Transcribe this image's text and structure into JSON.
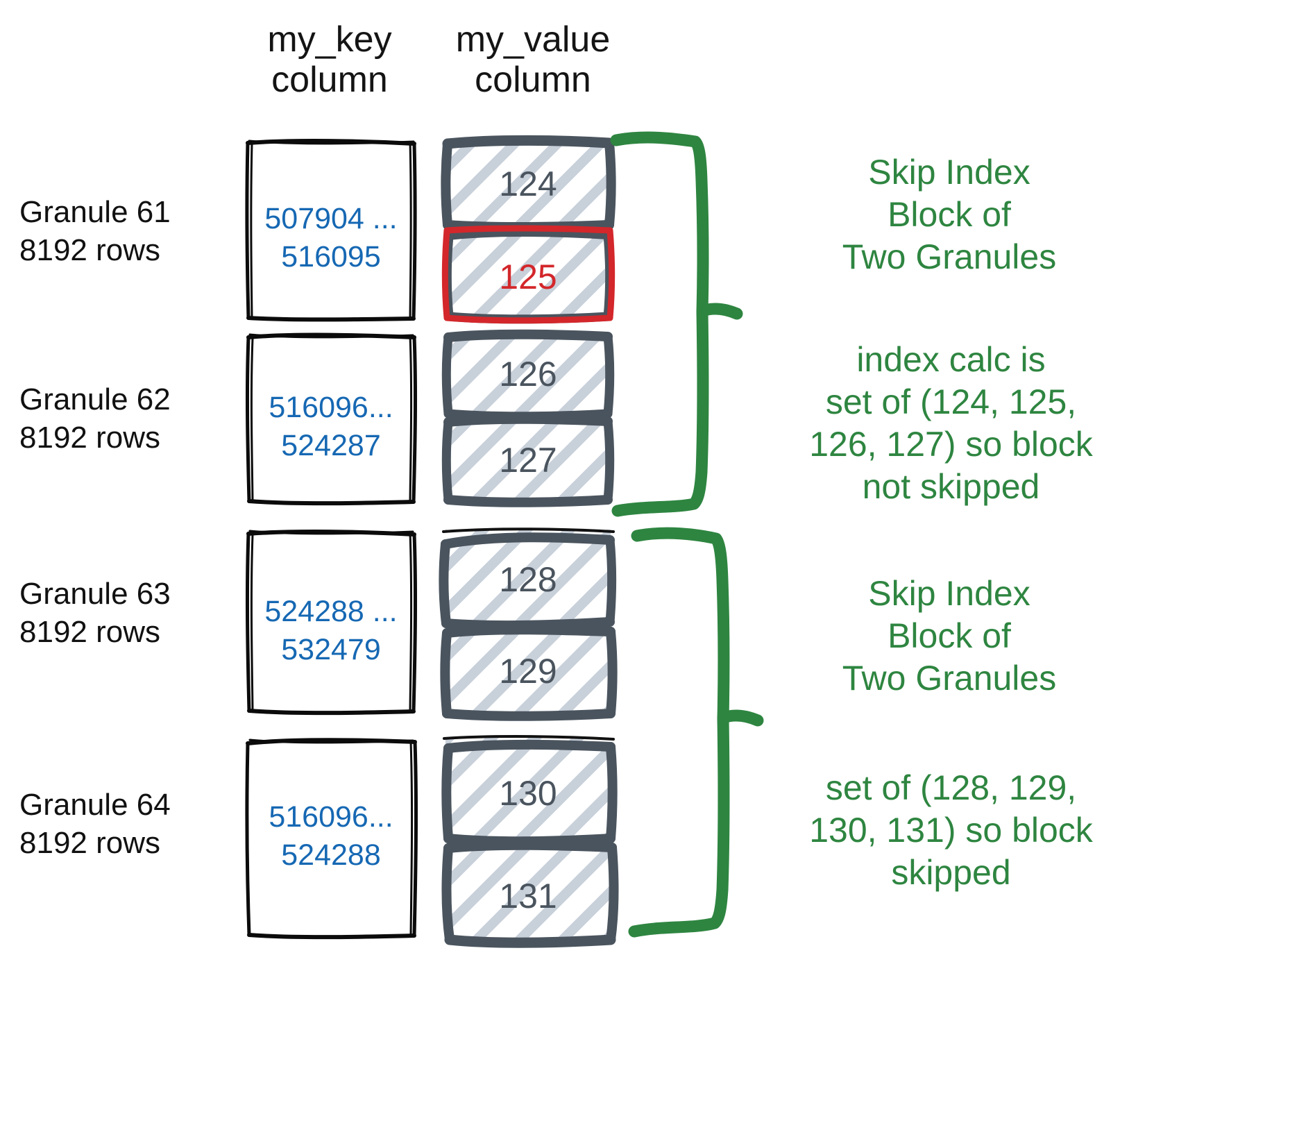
{
  "headers": {
    "key_column": "my_key\ncolumn",
    "value_column": "my_value\ncolumn"
  },
  "colors": {
    "key_text": "#1668b3",
    "value_text": "#4a545e",
    "highlight": "#d3272b",
    "annotation": "#2e8540",
    "box_border": "#4a545e",
    "hatch": "#c5cdd8"
  },
  "granules": [
    {
      "label": "Granule 61\n8192 rows",
      "key_range": "507904 ...\n516095",
      "values": [
        {
          "text": "124",
          "highlighted": false
        },
        {
          "text": "125",
          "highlighted": true
        }
      ]
    },
    {
      "label": "Granule 62\n8192 rows",
      "key_range": "516096...\n524287",
      "values": [
        {
          "text": "126",
          "highlighted": false
        },
        {
          "text": "127",
          "highlighted": false
        }
      ]
    },
    {
      "label": "Granule 63\n8192 rows",
      "key_range": "524288 ...\n532479",
      "values": [
        {
          "text": "128",
          "highlighted": false
        },
        {
          "text": "129",
          "highlighted": false
        }
      ]
    },
    {
      "label": "Granule 64\n8192 rows",
      "key_range": "516096...\n524288",
      "values": [
        {
          "text": "130",
          "highlighted": false
        },
        {
          "text": "131",
          "highlighted": false
        }
      ]
    }
  ],
  "annotations": [
    {
      "text": "Skip Index\nBlock of\nTwo Granules"
    },
    {
      "text": "index calc is\nset of (124, 125,\n126, 127) so block\nnot skipped"
    },
    {
      "text": "Skip Index\nBlock of\nTwo Granules"
    },
    {
      "text": "set of (128, 129,\n130, 131) so block\nskipped"
    }
  ]
}
